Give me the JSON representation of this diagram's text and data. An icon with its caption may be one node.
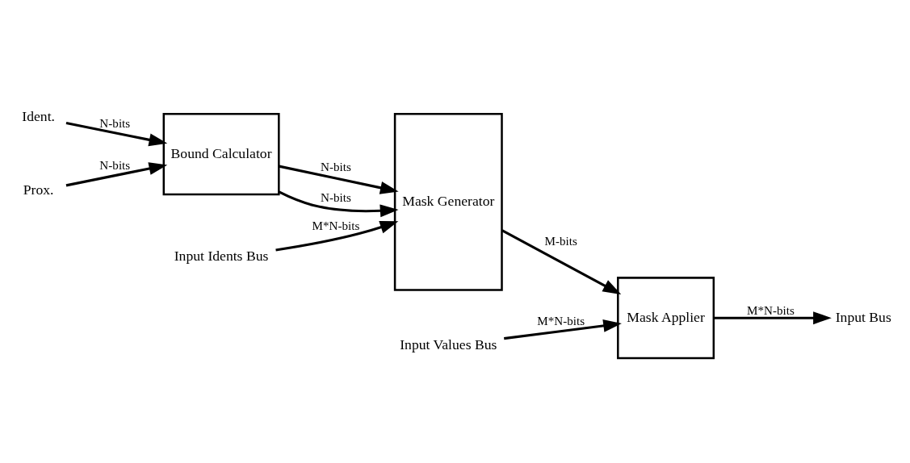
{
  "diagram": {
    "nodes": [
      {
        "text": [
          "Ident."
        ]
      },
      {
        "text": [
          "Bound Calculator"
        ]
      },
      {
        "text": [
          "Mask Generator"
        ]
      },
      {
        "text": [
          "Prox."
        ]
      },
      {
        "text": [
          "Input Idents Bus"
        ]
      },
      {
        "text": [
          "Mask Applier"
        ]
      },
      {
        "text": [
          "Input Values Bus"
        ]
      },
      {
        "text": [
          "Input Bus"
        ]
      }
    ],
    "edges": [
      {
        "from": 0,
        "to": 1,
        "arrow": "to",
        "label": "N-bits"
      },
      {
        "from": 3,
        "to": 1,
        "arrow": "to",
        "label": "N-bits"
      },
      {
        "from": 1,
        "to": 2,
        "arrow": "to",
        "label": "N-bits"
      },
      {
        "from": 1,
        "to": 2,
        "arrow": "to",
        "label": "N-bits"
      },
      {
        "from": 4,
        "to": 2,
        "arrow": "to",
        "label": "M*N-bits"
      },
      {
        "from": 2,
        "to": 5,
        "arrow": "to",
        "label": "M-bits"
      },
      {
        "from": 6,
        "to": 5,
        "arrow": "to",
        "label": "M*N-bits"
      },
      {
        "from": 5,
        "to": 7,
        "arrow": "to",
        "label": "M*N-bits"
      }
    ]
  }
}
